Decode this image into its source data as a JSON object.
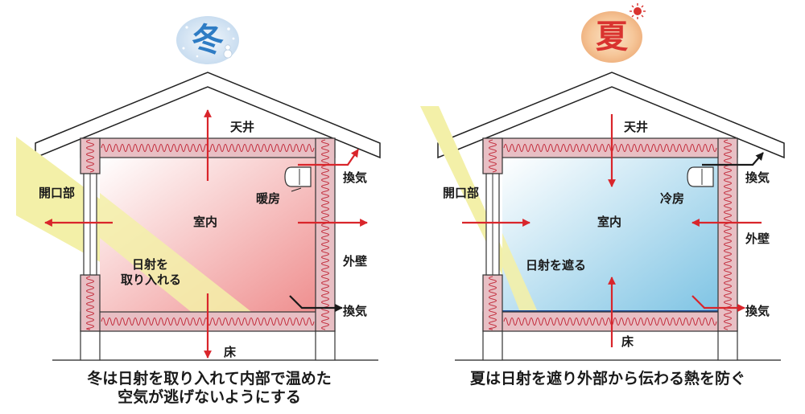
{
  "colors": {
    "arrow": "#d9252b",
    "insulation_fill": "#e8bfc4",
    "insulation_wave": "#c22a3a",
    "winter_room": "#f09a9a",
    "summer_room": "#86c8e6",
    "sunlight": "#f3f0a8",
    "winter_badge_text": "#2e7cc4",
    "summer_badge_text": "#d9332f"
  },
  "winter": {
    "badge": "冬",
    "ceiling": "天井",
    "opening": "開口部",
    "heating": "暖房",
    "room": "室内",
    "wall": "外壁",
    "vent_top": "換気",
    "vent_bottom": "換気",
    "sun_line1": "日射を",
    "sun_line2": "取り入れる",
    "floor": "床",
    "caption_line1": "冬は日射を取り入れて内部で温めた",
    "caption_line2": "空気が逃げないようにする"
  },
  "summer": {
    "badge": "夏",
    "ceiling": "天井",
    "opening": "開口部",
    "cooling": "冷房",
    "room": "室内",
    "wall": "外壁",
    "vent_top": "換気",
    "vent_bottom": "換気",
    "sun": "日射を遮る",
    "floor": "床",
    "caption": "夏は日射を遮り外部から伝わる熱を防ぐ"
  }
}
